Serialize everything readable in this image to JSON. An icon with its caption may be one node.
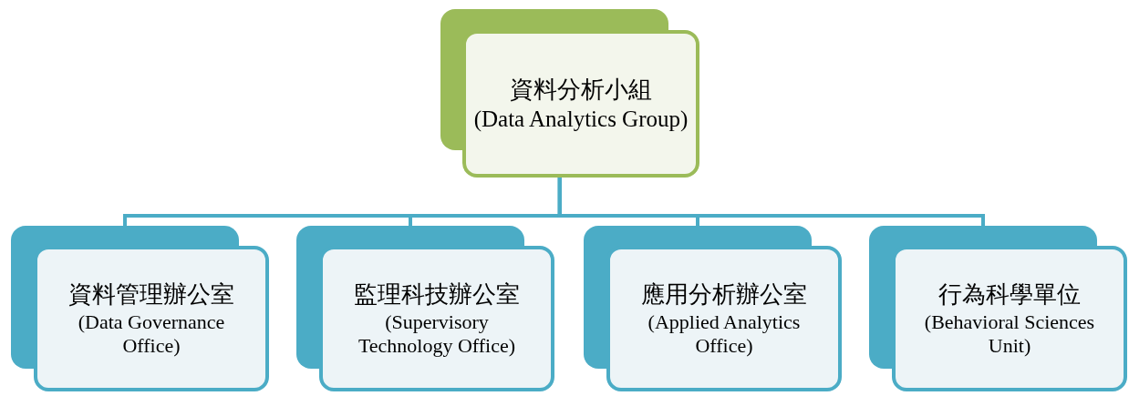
{
  "diagram": {
    "nodes": [
      {
        "text": [
          "資料分析小組",
          "(Data Analytics Group)"
        ]
      },
      {
        "text": [
          "資料管理辦公室",
          "(Data Governance Office)"
        ]
      },
      {
        "text": [
          "監理科技辦公室",
          "(Supervisory Technology Office)"
        ]
      },
      {
        "text": [
          "應用分析辦公室",
          "(Applied Analytics Office)"
        ]
      },
      {
        "text": [
          "行為科學單位",
          "(Behavioral Sciences Unit)"
        ]
      }
    ],
    "edges": [
      {
        "from": 0,
        "to": 1,
        "arrow": "none"
      },
      {
        "from": 0,
        "to": 2,
        "arrow": "none"
      },
      {
        "from": 0,
        "to": 3,
        "arrow": "none"
      },
      {
        "from": 0,
        "to": 4,
        "arrow": "none"
      }
    ]
  }
}
